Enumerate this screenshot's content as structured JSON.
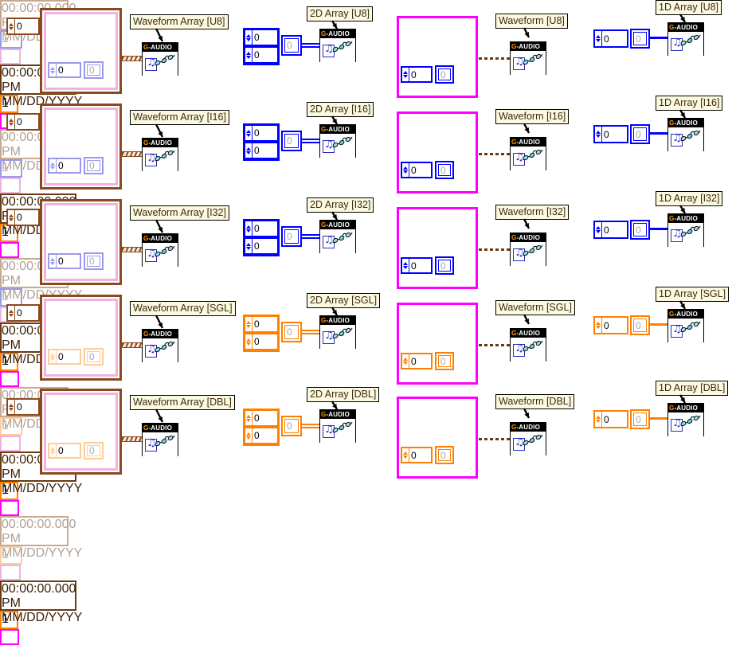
{
  "diagram": {
    "title": "LabVIEW block diagram - G-AUDIO write nodes for multiple data types",
    "vi_label": "G-AUDIO",
    "timestamp_time": "00:00:00.000 PM",
    "timestamp_date": "MM/DD/YYYY",
    "dt_value": "1",
    "index_value": "0",
    "element_value": "0"
  },
  "colors": {
    "caption_bg": "#fbf9e0",
    "caption_text": "#3b2a12",
    "vi_title_bg": "#000000",
    "vi_g": "#ff9900",
    "brown": "#8a4a1e",
    "pink": "#eeb4e0",
    "magenta": "#ff00ff",
    "dark_brown": "#6b3a10",
    "blue": "#0000ff",
    "light_blue": "#9999ee",
    "orange": "#ff8000",
    "light_orange": "#ffcc99",
    "light_brown": "#c8a98f"
  },
  "rows": [
    {
      "type": "U8",
      "waveform_array_label": "Waveform Array [U8]",
      "array2d_label": "2D Array [U8]",
      "waveform_label": "Waveform [U8]",
      "array1d_label": "1D Array [U8]",
      "accent": "#9999ee",
      "accent_strong": "#0000ff",
      "wire": "#0000ff"
    },
    {
      "type": "I16",
      "waveform_array_label": "Waveform Array [I16]",
      "array2d_label": "2D Array [I16]",
      "waveform_label": "Waveform [I16]",
      "array1d_label": "1D Array [I16]",
      "accent": "#9999ee",
      "accent_strong": "#0000ff",
      "wire": "#0000ff"
    },
    {
      "type": "I32",
      "waveform_array_label": "Waveform Array [I32]",
      "array2d_label": "2D Array [I32]",
      "waveform_label": "Waveform [I32]",
      "array1d_label": "1D Array [I32]",
      "accent": "#9999ee",
      "accent_strong": "#0000ff",
      "wire": "#0000ff"
    },
    {
      "type": "SGL",
      "waveform_array_label": "Waveform Array [SGL]",
      "array2d_label": "2D Array [SGL]",
      "waveform_label": "Waveform [SGL]",
      "array1d_label": "1D Array [SGL]",
      "accent": "#ffcc99",
      "accent_strong": "#ff8000",
      "wire": "#ff8000"
    },
    {
      "type": "DBL",
      "waveform_array_label": "Waveform Array [DBL]",
      "array2d_label": "2D Array [DBL]",
      "waveform_label": "Waveform [DBL]",
      "array1d_label": "1D Array [DBL]",
      "accent": "#ffcc99",
      "accent_strong": "#ff8000",
      "wire": "#ff8000"
    }
  ]
}
